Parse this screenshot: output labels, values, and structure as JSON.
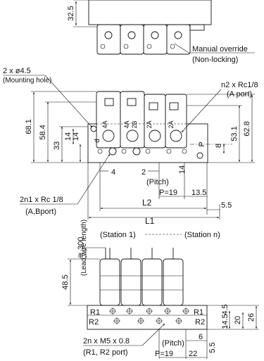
{
  "top_view": {
    "dim_height": "32.5",
    "manual_override_line1": "Manual override",
    "manual_override_line2": "(Non-locking)"
  },
  "front_view": {
    "mounting_hole_line1": "2 x ø4.5",
    "mounting_hole_line2": "(Mounting hole)",
    "a_port_line1": "n2 x Rc1/8",
    "a_port_line2": "(A port)",
    "dim_68_1": "68.1",
    "dim_58_4": "58.4",
    "dim_33": "33",
    "dim_14_a": "14",
    "dim_14_b": "14",
    "dim_53_1": "53.1",
    "dim_62_8": "62.8",
    "dim_8": "8",
    "dim_4": "4",
    "dim_2": "2",
    "dim_14_c": "14",
    "pitch_label": "(Pitch)",
    "pitch_value": "P=19",
    "dim_13_5": "13.5",
    "dim_5_5": "5.5",
    "dim_L2": "L2",
    "dim_L1": "L1",
    "ab_port_line1": "2n1 x Rc 1/8",
    "ab_port_line2": "(A,Bport)",
    "valve_labels": [
      "4A",
      "4A",
      "2B",
      "2A",
      "2A"
    ],
    "d_label": "d",
    "p_label": "P"
  },
  "stations": {
    "first": "(Station 1)",
    "last": "(Station n)"
  },
  "side_view": {
    "dim_300": "≅ 300",
    "lead_wire": "(Lead wire length)",
    "dim_48_5": "48.5",
    "r1_left": "R1",
    "r2_left": "R2",
    "r1_right": "R1",
    "r2_right": "R2",
    "dim_4_5": "4.5",
    "dim_14_5": "14.5",
    "dim_20": "20",
    "dim_26": "26",
    "dim_6": "6",
    "dim_5_5": "5.5",
    "m5_line1": "2n x M5 x 0.8",
    "m5_line2": "(R1, R2 port)",
    "pitch_label": "(Pitch)",
    "pitch_value": "P=19",
    "dim_22": "22"
  }
}
